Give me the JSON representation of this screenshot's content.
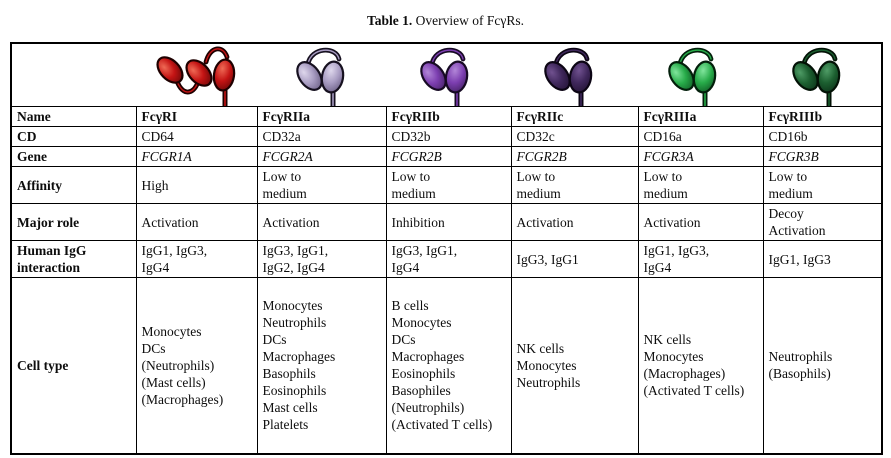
{
  "caption": {
    "label": "Table 1.",
    "text": " Overview of FcγRs."
  },
  "style": {
    "border_color": "#000000",
    "text_color": "#0d0d0d",
    "background": "#ffffff"
  },
  "table": {
    "rows": [
      {
        "key": "name",
        "label": "Name"
      },
      {
        "key": "cd",
        "label": "CD"
      },
      {
        "key": "gene",
        "label": "Gene"
      },
      {
        "key": "affinity",
        "label": "Affinity"
      },
      {
        "key": "major_role",
        "label": "Major role"
      },
      {
        "key": "igg",
        "label": "Human IgG interaction"
      },
      {
        "key": "cell_types",
        "label": "Cell type"
      }
    ],
    "receptors": [
      {
        "name": "FcγRI",
        "cd": "CD64",
        "gene": "FCGR1A",
        "affinity": "High",
        "major_role": "Activation",
        "igg": "IgG1, IgG3, IgG4",
        "cell_types": [
          "Monocytes",
          "DCs",
          "(Neutrophils)",
          "(Mast cells)",
          "(Macrophages)"
        ],
        "icon": {
          "icon_name": "fcgr1-receptor-icon",
          "lobes": 3,
          "fill": "#c41414",
          "light": "#ef6a55",
          "dark": "#5a0505",
          "outline": "#1e0000"
        }
      },
      {
        "name": "FcγRIIa",
        "cd": "CD32a",
        "gene": "FCGR2A",
        "affinity": "Low to medium",
        "major_role": "Activation",
        "igg": "IgG3, IgG1, IgG2, IgG4",
        "cell_types": [
          "Monocytes",
          "Neutrophils",
          "DCs",
          "Macrophages",
          "Basophils",
          "Eosinophils",
          "Mast cells",
          "Platelets"
        ],
        "icon": {
          "icon_name": "fcgr2a-receptor-icon",
          "lobes": 2,
          "fill": "#a89cc2",
          "light": "#ded7ec",
          "dark": "#5f5379",
          "outline": "#16101f"
        }
      },
      {
        "name": "FcγRIIb",
        "cd": "CD32b",
        "gene": "FCGR2B",
        "affinity": "Low to medium",
        "major_role": "Inhibition",
        "igg": "IgG3, IgG1, IgG4",
        "cell_types": [
          "B cells",
          "Monocytes",
          "DCs",
          "Macrophages",
          "Eosinophils",
          "Basophiles",
          "(Neutrophils)",
          "(Activated T cells)"
        ],
        "icon": {
          "icon_name": "fcgr2b-receptor-icon",
          "lobes": 2,
          "fill": "#7c3eb0",
          "light": "#b286d8",
          "dark": "#3c1e58",
          "outline": "#170a24"
        }
      },
      {
        "name": "FcγRIIc",
        "cd": "CD32c",
        "gene": "FCGR2B",
        "affinity": "Low to medium",
        "major_role": "Activation",
        "igg": "IgG3, IgG1",
        "cell_types": [
          "NK cells",
          "Monocytes",
          "Neutrophils"
        ],
        "icon": {
          "icon_name": "fcgr2c-receptor-icon",
          "lobes": 2,
          "fill": "#40285c",
          "light": "#70518f",
          "dark": "#1e0f2e",
          "outline": "#0c0514"
        }
      },
      {
        "name": "FcγRIIIa",
        "cd": "CD16a",
        "gene": "FCGR3A",
        "affinity": "Low to medium",
        "major_role": "Activation",
        "igg": "IgG1, IgG3, IgG4",
        "cell_types": [
          "NK cells",
          "Monocytes",
          "(Macrophages)",
          "(Activated T cells)"
        ],
        "icon": {
          "icon_name": "fcgr3a-receptor-icon",
          "lobes": 2,
          "fill": "#27ab49",
          "light": "#80e59c",
          "dark": "#0d4f20",
          "outline": "#031f0b"
        }
      },
      {
        "name": "FcγRIIIb",
        "cd": "CD16b",
        "gene": "FCGR3B",
        "affinity": "Low to medium",
        "major_role": "Decoy Activation",
        "igg": "IgG1, IgG3",
        "cell_types": [
          "Neutrophils",
          "(Basophils)"
        ],
        "icon": {
          "icon_name": "fcgr3b-receptor-icon",
          "lobes": 2,
          "fill": "#1c5f30",
          "light": "#4f9c66",
          "dark": "#092c15",
          "outline": "#031206"
        }
      }
    ]
  }
}
